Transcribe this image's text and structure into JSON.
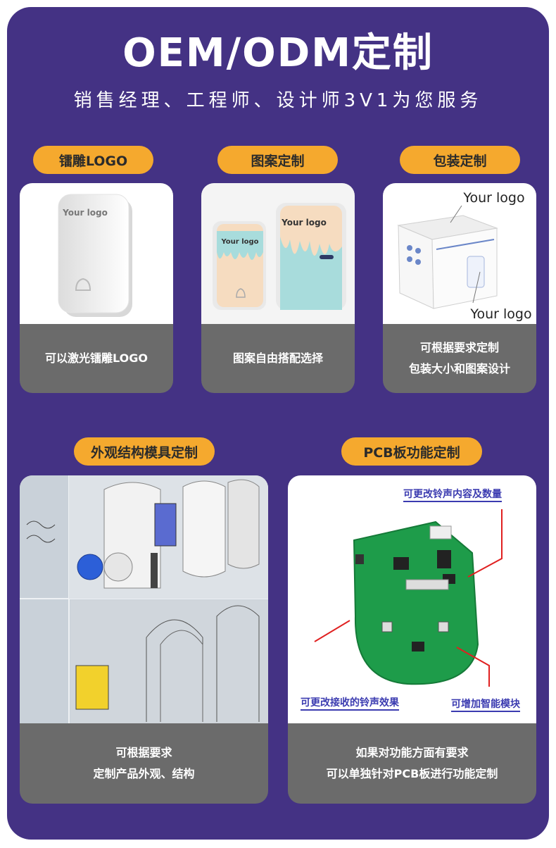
{
  "header": {
    "title": "OEM/ODM定制",
    "subtitle": "销售经理、工程师、设计师3V1为您服务"
  },
  "cards": [
    {
      "pill": "镭雕LOGO",
      "caption": [
        "可以激光镭雕LOGO"
      ],
      "img_text": [
        "Your logo"
      ]
    },
    {
      "pill": "图案定制",
      "caption": [
        "图案自由搭配选择"
      ],
      "img_text": [
        "Your logo",
        "Your logo"
      ]
    },
    {
      "pill": "包装定制",
      "caption": [
        "可根据要求定制",
        "包装大小和图案设计"
      ],
      "img_text": [
        "Your logo",
        "Your logo"
      ]
    },
    {
      "pill": "外观结构模具定制",
      "caption": [
        "可根据要求",
        "定制产品外观、结构"
      ]
    },
    {
      "pill": "PCB板功能定制",
      "caption": [
        "如果对功能方面有要求",
        "可以单独针对PCB板进行功能定制"
      ],
      "pcb_labels": [
        "可更改铃声内容及数量",
        "可更改接收的铃声效果",
        "可增加智能模块"
      ]
    }
  ],
  "colors": {
    "background": "#443284",
    "pill": "#f5a92e",
    "caption_bg": "#6b6b6b",
    "pcb_label": "#3b3bb0"
  }
}
